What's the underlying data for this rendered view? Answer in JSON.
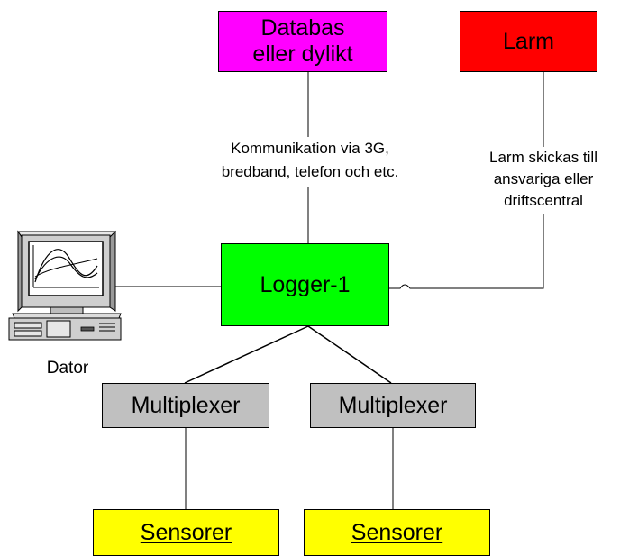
{
  "nodes": {
    "database": {
      "line1": "Databas",
      "line2": "eller dylikt",
      "color": "#ff00ff"
    },
    "alarm": {
      "label": "Larm",
      "color": "#ff0000"
    },
    "logger": {
      "label": "Logger-1",
      "color": "#00ff00"
    },
    "multiplexer_left": {
      "label": "Multiplexer",
      "color": "#c0c0c0"
    },
    "multiplexer_right": {
      "label": "Multiplexer",
      "color": "#c0c0c0"
    },
    "sensors_left": {
      "label": "Sensorer",
      "color": "#ffff00"
    },
    "sensors_right": {
      "label": "Sensorer",
      "color": "#ffff00"
    },
    "computer": {
      "label": "Dator",
      "icon": "computer-icon"
    }
  },
  "annotations": {
    "comm_line1": "Kommunikation via  3G,",
    "comm_line2": "bredband, telefon och etc.",
    "alarm_line1": "Larm skickas till",
    "alarm_line2": "ansvariga eller",
    "alarm_line3": "driftscentral"
  }
}
